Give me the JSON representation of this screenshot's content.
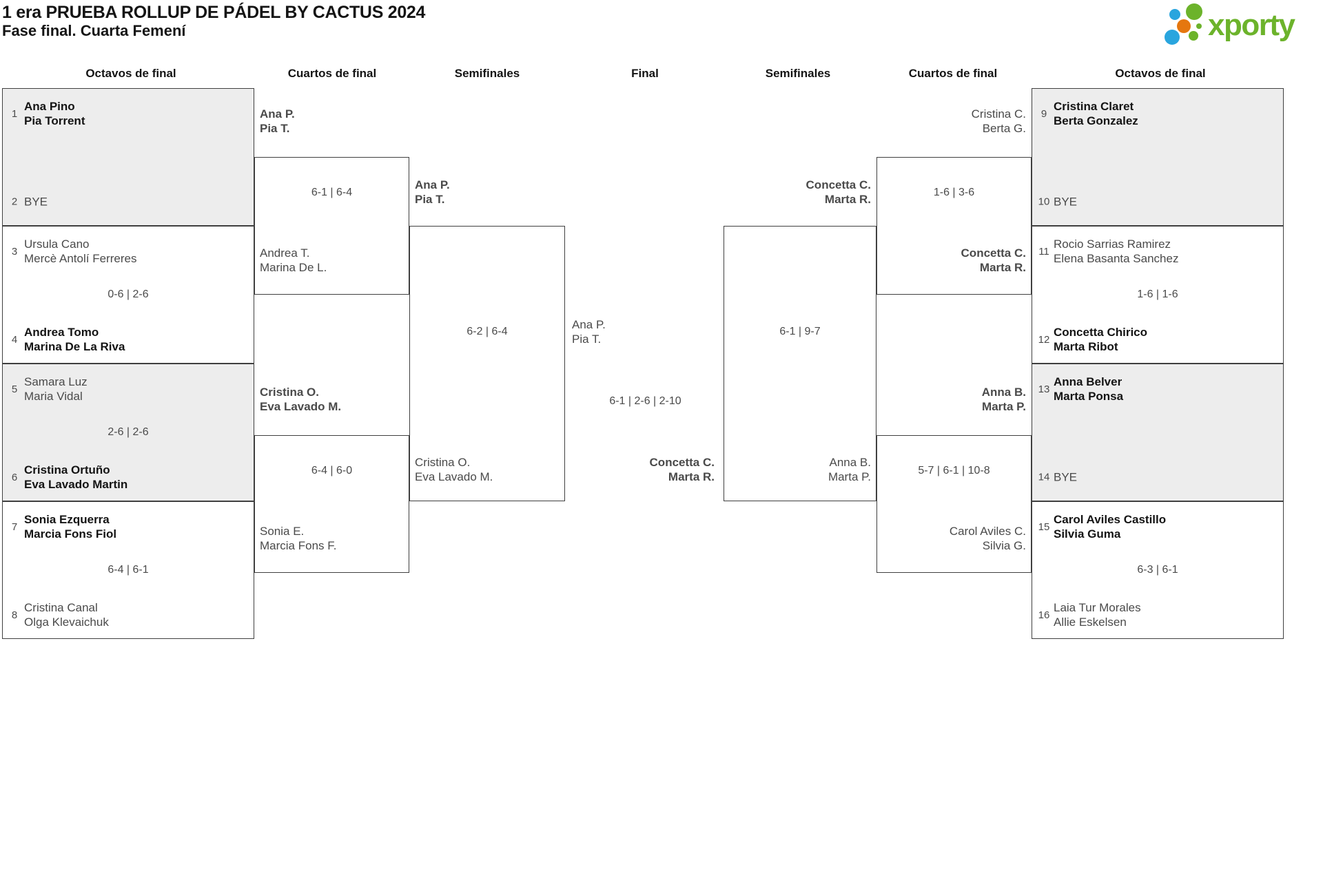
{
  "title": "1 era PRUEBA ROLLUP DE PÁDEL BY CACTUS 2024",
  "subtitle": "Fase final. Cuarta Femení",
  "logo": {
    "brand": "xporty",
    "dots": [
      "blue-small",
      "green-large",
      "orange",
      "green-tiny",
      "blue-large",
      "green-small"
    ]
  },
  "rounds": [
    "Octavos de final",
    "Cuartos de final",
    "Semifinales",
    "Final",
    "Semifinales",
    "Cuartos de final",
    "Octavos de final"
  ],
  "colors": {
    "accent-green": "#6cb32b",
    "accent-blue": "#29a5de",
    "accent-orange": "#e5770f",
    "box-border": "#3f3f3f",
    "box-shaded": "#ededed",
    "text-dark": "#141414",
    "text-gray": "#4a4a4a"
  },
  "oct": [
    {
      "seed1": "1",
      "t1": [
        "Ana Pino",
        "Pia Torrent"
      ],
      "seed2": "2",
      "t2": [
        "BYE"
      ]
    },
    {
      "seed1": "3",
      "t1": [
        "Ursula Cano",
        "Mercè Antolí Ferreres"
      ],
      "seed2": "4",
      "t2": [
        "Andrea Tomo",
        "Marina De La Riva"
      ],
      "score": "0-6 | 2-6"
    },
    {
      "seed1": "5",
      "t1": [
        "Samara Luz",
        "Maria Vidal"
      ],
      "seed2": "6",
      "t2": [
        "Cristina Ortuño",
        "Eva Lavado Martin"
      ],
      "score": "2-6 | 2-6"
    },
    {
      "seed1": "7",
      "t1": [
        "Sonia Ezquerra",
        "Marcia Fons Fiol"
      ],
      "seed2": "8",
      "t2": [
        "Cristina Canal",
        "Olga Klevaichuk"
      ],
      "score": "6-4 | 6-1"
    },
    {
      "seed1": "9",
      "t1": [
        "Cristina Claret",
        "Berta Gonzalez"
      ],
      "seed2": "10",
      "t2": [
        "BYE"
      ]
    },
    {
      "seed1": "11",
      "t1": [
        "Rocio Sarrias Ramirez",
        "Elena Basanta Sanchez"
      ],
      "seed2": "12",
      "t2": [
        "Concetta Chirico",
        "Marta Ribot"
      ],
      "score": "1-6 | 1-6"
    },
    {
      "seed1": "13",
      "t1": [
        "Anna Belver",
        "Marta Ponsa"
      ],
      "seed2": "14",
      "t2": [
        "BYE"
      ]
    },
    {
      "seed1": "15",
      "t1": [
        "Carol Aviles Castillo",
        "Silvia Guma"
      ],
      "seed2": "16",
      "t2": [
        "Laia Tur Morales",
        "Allie Eskelsen"
      ],
      "score": "6-3 | 6-1"
    }
  ],
  "qf": [
    {
      "e1": [
        "Ana P.",
        "Pia T."
      ],
      "score": "6-1 | 6-4",
      "e2": [
        "Andrea T.",
        "Marina De L."
      ]
    },
    {
      "e1": [
        "Cristina O.",
        "Eva Lavado M."
      ],
      "score": "6-4 | 6-0",
      "e2": [
        "Sonia E.",
        "Marcia Fons F."
      ]
    },
    {
      "e1": [
        "Cristina C.",
        "Berta G."
      ],
      "score": "1-6 | 3-6",
      "e2": [
        "Concetta C.",
        "Marta R."
      ]
    },
    {
      "e1": [
        "Anna B.",
        "Marta P."
      ],
      "score": "5-7 | 6-1 | 10-8",
      "e2": [
        "Carol Aviles C.",
        "Silvia G."
      ]
    }
  ],
  "sf": [
    {
      "e1": [
        "Ana P.",
        "Pia T."
      ],
      "score": "6-2 | 6-4",
      "e2": [
        "Cristina O.",
        "Eva Lavado M."
      ]
    },
    {
      "e1": [
        "Concetta C.",
        "Marta R."
      ],
      "score": "6-1 | 9-7",
      "e2": [
        "Anna B.",
        "Marta P."
      ]
    }
  ],
  "final": {
    "e1": [
      "Ana P.",
      "Pia T."
    ],
    "score": "6-1 | 2-6 | 2-10",
    "e2": [
      "Concetta C.",
      "Marta R."
    ]
  }
}
